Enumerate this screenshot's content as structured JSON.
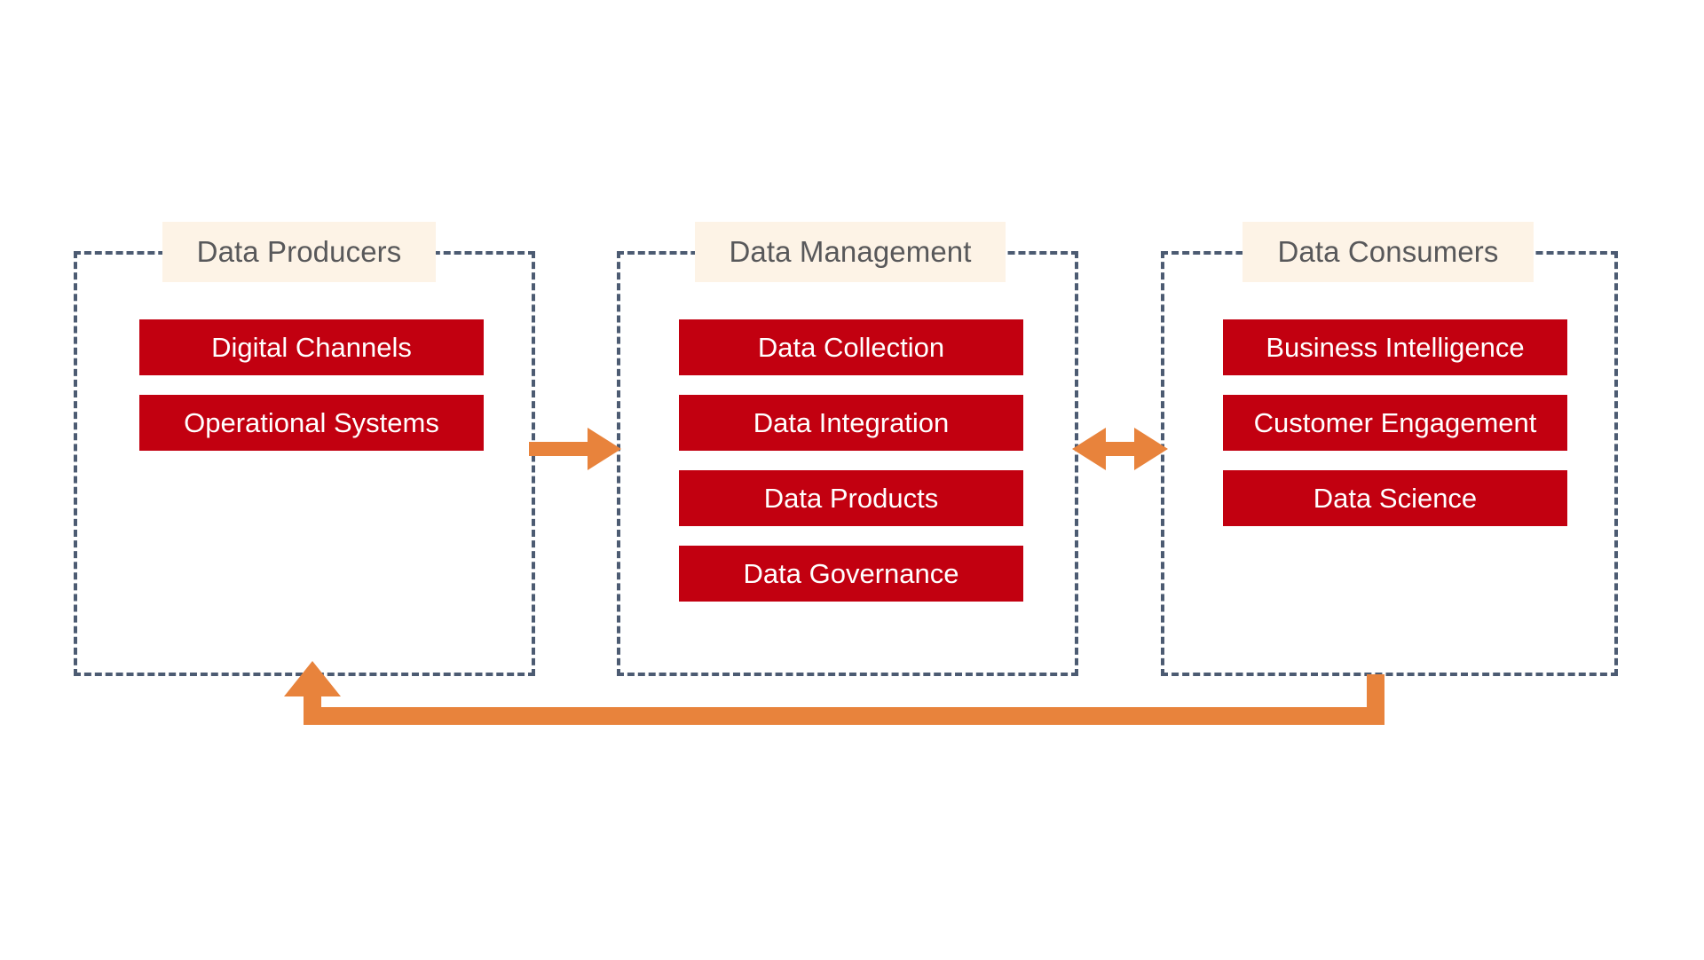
{
  "diagram": {
    "title": "Data Producers / Data Management / Data Consumers flow",
    "colors": {
      "item_fill": "#c20010",
      "item_text": "#ffffff",
      "group_border": "#4c5b72",
      "group_title_bg": "#fdf3e6",
      "group_title_text": "#58585a",
      "arrow": "#e8833c",
      "background": "#ffffff"
    },
    "groups": [
      {
        "id": "producers",
        "title": "Data Producers",
        "items": [
          {
            "label": "Digital Channels"
          },
          {
            "label": "Operational Systems"
          }
        ]
      },
      {
        "id": "management",
        "title": "Data Management",
        "items": [
          {
            "label": "Data Collection"
          },
          {
            "label": "Data Integration"
          },
          {
            "label": "Data Products"
          },
          {
            "label": "Data Governance"
          }
        ]
      },
      {
        "id": "consumers",
        "title": "Data Consumers",
        "items": [
          {
            "label": "Business Intelligence"
          },
          {
            "label": "Customer Engagement"
          },
          {
            "label": "Data Science"
          }
        ]
      }
    ],
    "connectors": [
      {
        "id": "producers-to-management",
        "kind": "single-arrow-right",
        "from": "Data Producers",
        "to": "Data Management"
      },
      {
        "id": "management-consumers",
        "kind": "double-arrow-horizontal",
        "from": "Data Management",
        "to": "Data Consumers"
      },
      {
        "id": "feedback-loop",
        "kind": "elbow-arrow-up",
        "from": "Data Consumers",
        "to": "Data Producers"
      }
    ]
  }
}
